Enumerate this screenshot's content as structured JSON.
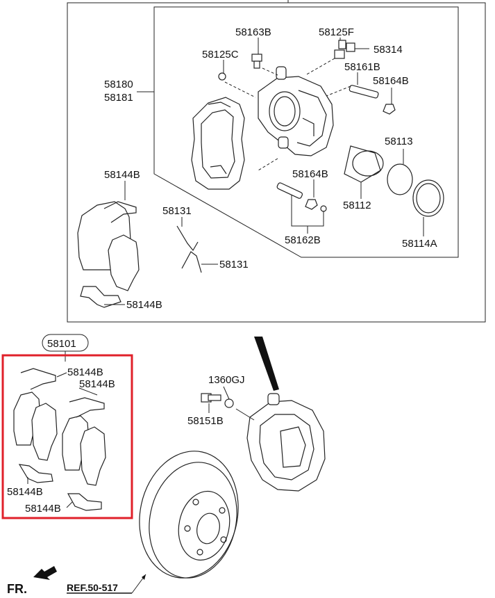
{
  "labels": {
    "p58163B": "58163B",
    "p58125F": "58125F",
    "p58125C": "58125C",
    "p58314": "58314",
    "p58161B": "58161B",
    "p58180": "58180",
    "p58181": "58181",
    "p58164B_top": "58164B",
    "p58113": "58113",
    "p58144B_upper": "58144B",
    "p58164B_mid": "58164B",
    "p58112": "58112",
    "p58131_a": "58131",
    "p58162B": "58162B",
    "p58114A": "58114A",
    "p58131_b": "58131",
    "p58144B_lower": "58144B",
    "p58101": "58101",
    "p58144B_k1": "58144B",
    "p58144B_k2": "58144B",
    "p58144B_k3": "58144B",
    "p58144B_k4": "58144B",
    "p1360GJ": "1360GJ",
    "p58151B": "58151B",
    "fr": "FR.",
    "ref": "REF.50-517"
  },
  "colors": {
    "highlight_box": "#e0202a",
    "line": "#222222"
  }
}
